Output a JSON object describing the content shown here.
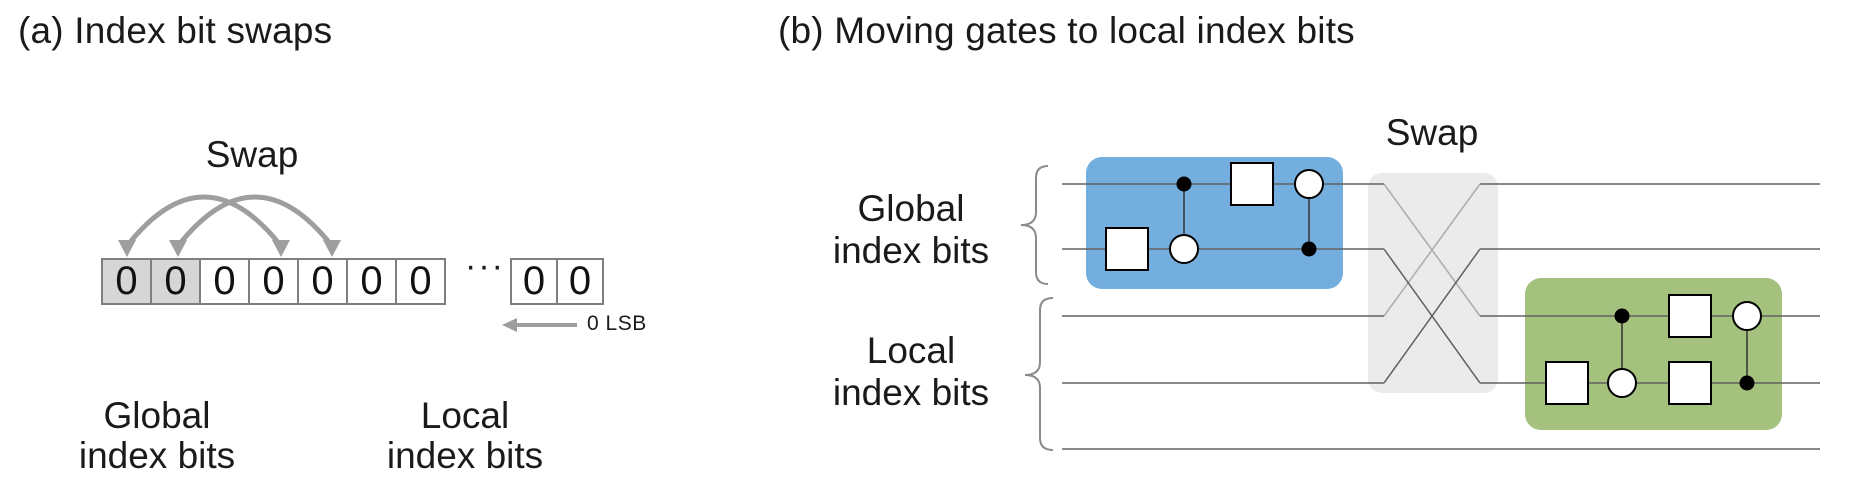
{
  "colors": {
    "box_blue": "#74AEDF",
    "box_green": "#A4C27D",
    "box_gray": "#EBEBEB",
    "cell_shade": "#D6D6D6",
    "arrow_gray": "#9E9E9E",
    "wire_gray": "#616161",
    "text_black": "#1A1A1A"
  },
  "panel_a": {
    "title": "(a) Index bit swaps",
    "swap_label": "Swap",
    "bit_cells": [
      "0",
      "0",
      "0",
      "0",
      "0",
      "0",
      "0"
    ],
    "ellipsis": "···",
    "tail_bit_cells": [
      "0",
      "0"
    ],
    "lsb_label": "0 LSB",
    "global_label": [
      "Global",
      "index bits"
    ],
    "local_label": [
      "Local",
      "index bits"
    ]
  },
  "panel_b": {
    "title": "(b) Moving gates to local index bits",
    "swap_label": "Swap",
    "global_label": [
      "Global",
      "index bits"
    ],
    "local_label": [
      "Local",
      "index bits"
    ]
  }
}
